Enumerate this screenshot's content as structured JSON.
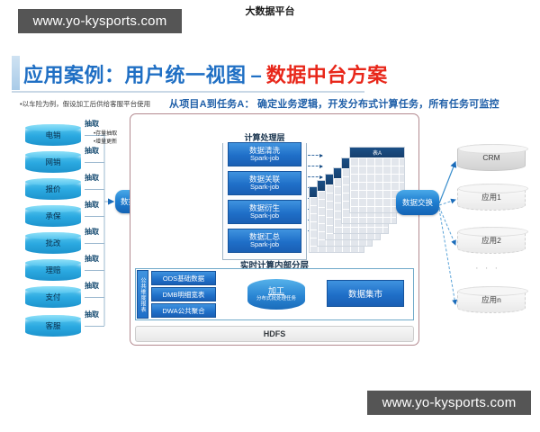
{
  "watermark": {
    "top": "www.yo-kysports.com",
    "bottom": "www.yo-kysports.com"
  },
  "title": {
    "main": "应用案例：用户统一视图",
    "separator": "–",
    "accent": "数据中台方案"
  },
  "captions": {
    "left_note": "•以车险为例，假设加工后供给客服平台使用",
    "right_note": "从项目A到任务A： 确定业务逻辑，开发分布式计算任务，所有任务可监控"
  },
  "source_systems": {
    "items": [
      {
        "label": "电销",
        "extract": "抽取"
      },
      {
        "label": "网销",
        "extract": "抽取"
      },
      {
        "label": "报价",
        "extract": "抽取"
      },
      {
        "label": "承保",
        "extract": "抽取"
      },
      {
        "label": "批改",
        "extract": "抽取"
      },
      {
        "label": "理赔",
        "extract": "抽取"
      },
      {
        "label": "支付",
        "extract": "抽取"
      },
      {
        "label": "客服",
        "extract": "抽取"
      }
    ],
    "annotations": [
      "•存量抽取",
      "•增量更新"
    ]
  },
  "nodes": {
    "collect": "数据采集",
    "exchange": "数据交换"
  },
  "platform": {
    "title": "大数据平台",
    "compute_layer": {
      "title": "计算处理层",
      "jobs": [
        {
          "name": "数据清洗",
          "engine": "Spark-job"
        },
        {
          "name": "数据关联",
          "engine": "Spark-job"
        },
        {
          "name": "数据衍生",
          "engine": "Spark-job"
        },
        {
          "name": "数据汇总",
          "engine": "Spark-job"
        }
      ]
    },
    "table_stack": {
      "labels": [
        "表A",
        "表A",
        "表A",
        "表A",
        "表A",
        "表A"
      ]
    },
    "realtime": {
      "title": "实时计算内部分层",
      "dimension_strip": "公共维度报表",
      "layers": [
        "ODS基础数据",
        "DMB明细宽表",
        "DWA公共聚合"
      ],
      "processor": {
        "name": "加工",
        "subtitle": "分布式批处理任务"
      },
      "output": "数据集市",
      "storage": "HDFS"
    }
  },
  "consumers": {
    "items": [
      {
        "label": "CRM",
        "style": "shaded"
      },
      {
        "label": "应用1",
        "style": "plain"
      },
      {
        "label": "应用2",
        "style": "plain"
      },
      {
        "label": "应用n",
        "style": "plain"
      }
    ],
    "ellipsis": "·  ·  ·"
  },
  "colors": {
    "title_blue": "#1f6fc4",
    "title_red": "#e8271a",
    "source_cyan": "#2aa8e0",
    "node_blue": "#1f7ed0",
    "frame_maroon": "#b38a90",
    "watermark_gray": "#555555"
  }
}
